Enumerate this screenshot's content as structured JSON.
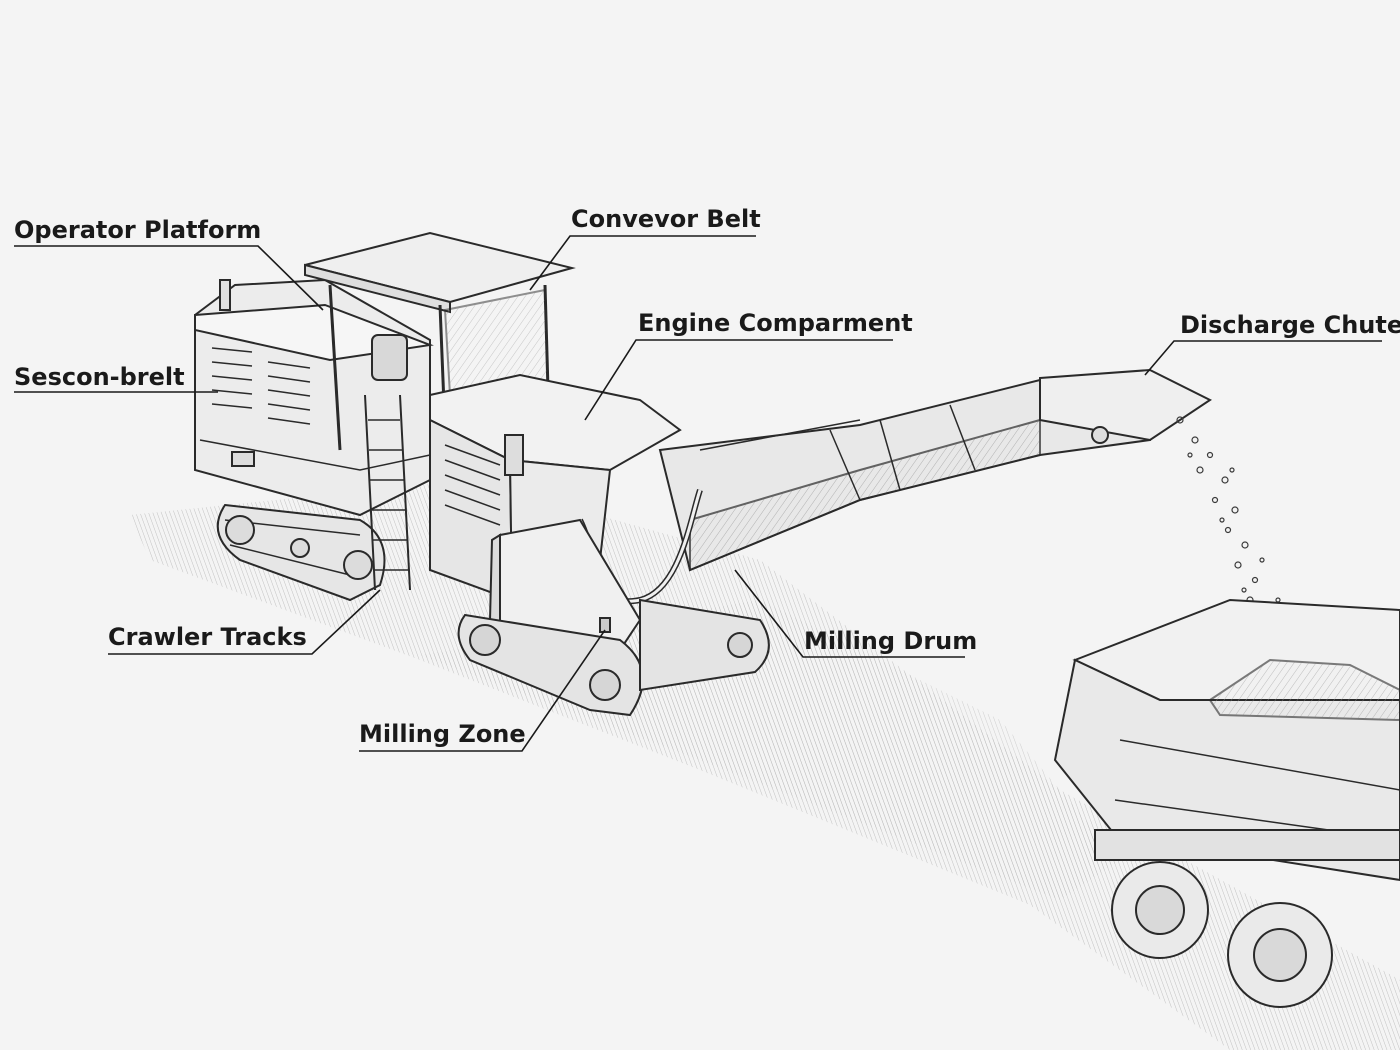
{
  "labels": {
    "operator_platform": "Operator Platform",
    "sescon_belt": "Sescon-brelt",
    "convevor_belt": "Convevor Belt",
    "engine_compartment": "Engine Comparment",
    "discharge_chute": "Discharge Chute C",
    "crawler_tracks": "Crawler Tracks",
    "milling_drum": "Milling Drum",
    "milling_zone": "Milling Zone"
  },
  "colors": {
    "background": "#f4f4f4",
    "ink": "#2a2a2a",
    "shade": "#cfcfcf",
    "panel": "#e9e9e9"
  }
}
